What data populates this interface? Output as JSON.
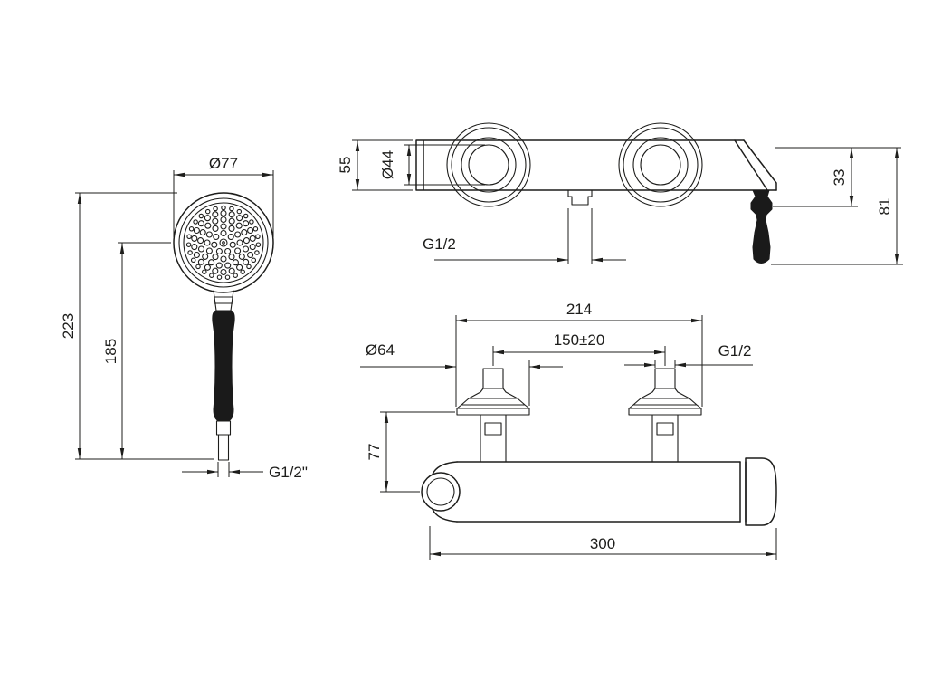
{
  "drawing": {
    "title": "Shower mixer with hand shower - dimensioned technical drawing",
    "background": "#ffffff",
    "line_color": "#1d1d1b",
    "views": {
      "hand_shower": {
        "label": "hand-shower-front-view",
        "dims": {
          "head_diameter": "Ø77",
          "overall_height": "223",
          "grip_height": "185",
          "connection_thread": "G1/2\""
        }
      },
      "mixer_side": {
        "label": "mixer-side-view",
        "dims": {
          "body_height": "55",
          "boss_diameter": "Ø44",
          "outlet_thread": "G1/2",
          "handle_offset": "33",
          "handle_drop": "81"
        }
      },
      "mixer_front": {
        "label": "mixer-front-view",
        "dims": {
          "overall_span": "214",
          "inlet_centers": "150±20",
          "escutcheon_diameter": "Ø64",
          "inlet_thread": "G1/2",
          "wall_height": "77",
          "body_length": "300"
        }
      }
    }
  }
}
